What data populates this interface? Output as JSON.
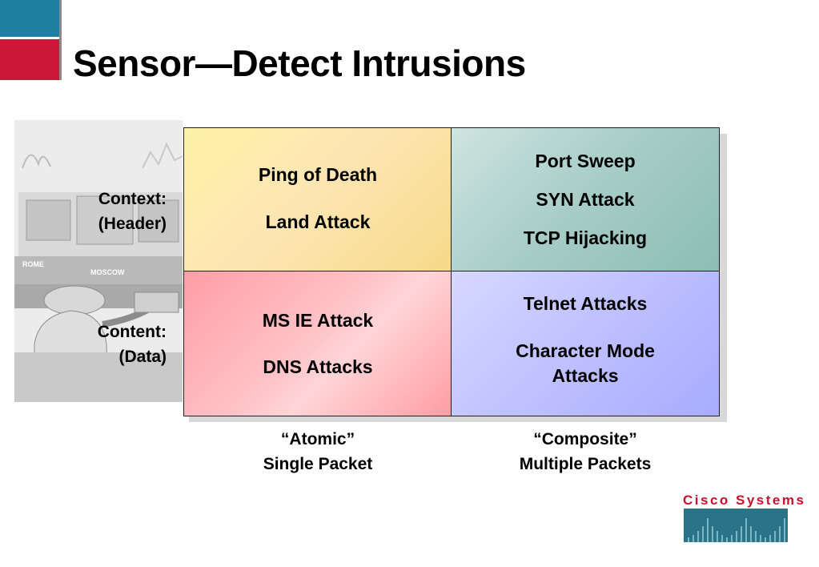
{
  "slide": {
    "title": "Sensor—Detect Intrusions"
  },
  "rows": {
    "context": [
      "Context:",
      "(Header)"
    ],
    "content": [
      "Content:",
      "(Data)"
    ]
  },
  "cells": {
    "atomic_context": [
      "Ping of Death",
      "Land Attack"
    ],
    "composite_context": [
      "Port Sweep",
      "SYN Attack",
      "TCP Hijacking"
    ],
    "atomic_content": [
      "MS IE Attack",
      "DNS Attacks"
    ],
    "composite_content": [
      "Telnet Attacks",
      "Character Mode",
      "Attacks"
    ]
  },
  "columns": {
    "atomic": [
      "“Atomic”",
      "Single Packet"
    ],
    "composite": [
      "“Composite”",
      "Multiple Packets"
    ]
  },
  "illustration_labels": [
    "ROME",
    "MOSCOW"
  ],
  "logo": {
    "text": "Cisco Systems"
  },
  "colors": {
    "accent_blue": "#1f7fa3",
    "accent_red": "#cc1738",
    "cell_atomic_context": "#fde6b4",
    "cell_composite_context": "#a6ccc6",
    "cell_atomic_content": "#ffc1c6",
    "cell_composite_content": "#bec0ff",
    "logo_red": "#c8102e",
    "logo_teal": "#2a7488"
  }
}
